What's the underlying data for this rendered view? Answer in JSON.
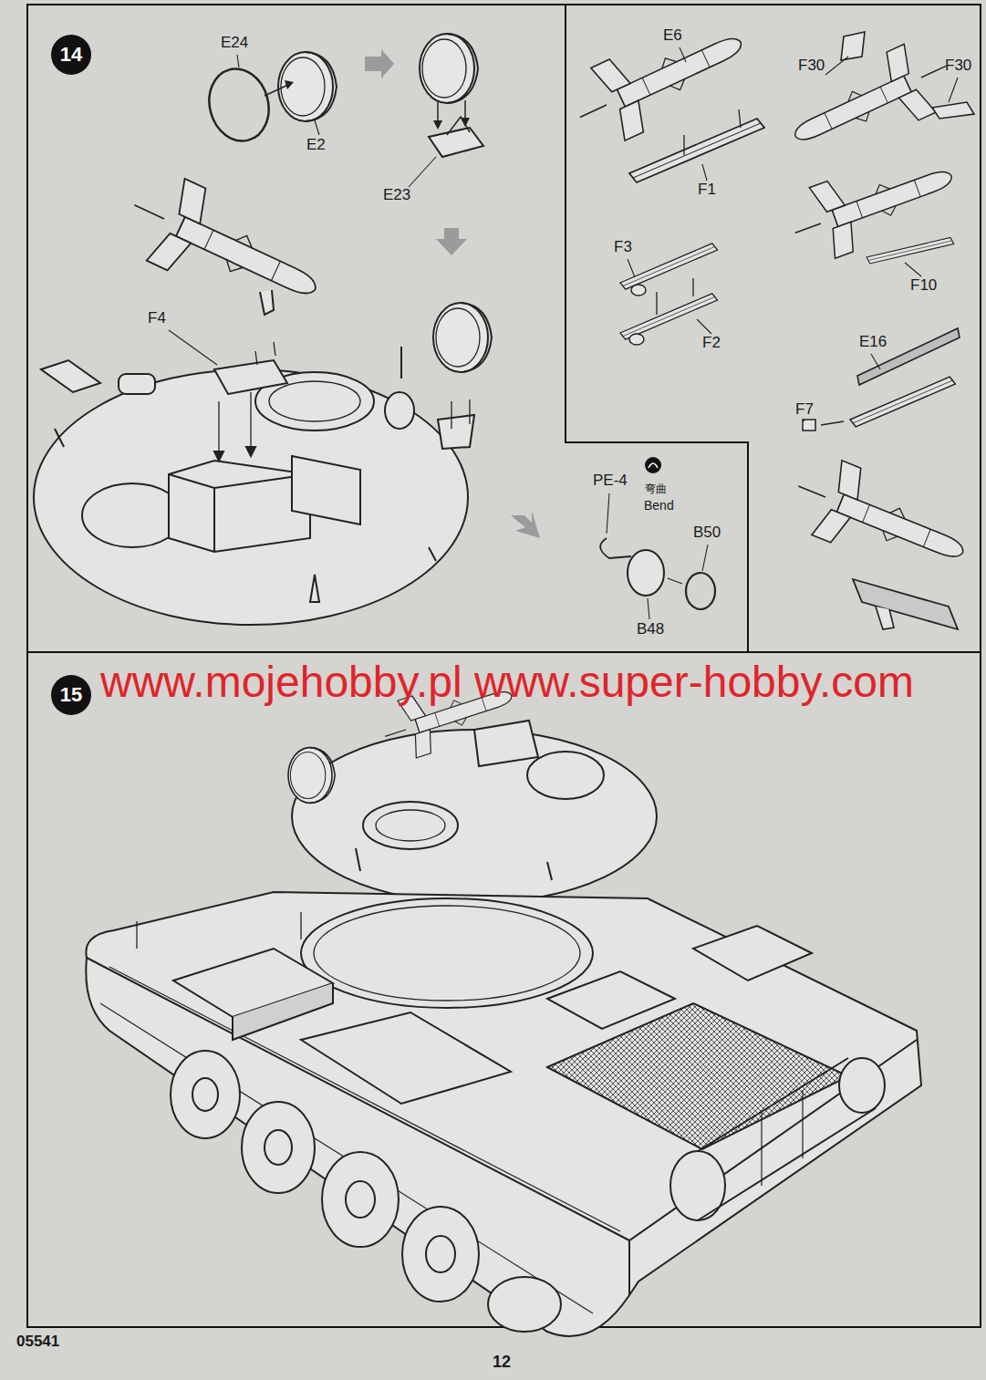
{
  "diagram": {
    "nodes": [
      {
        "text": [
          "14"
        ]
      },
      {
        "text": [
          "15"
        ]
      }
    ],
    "labels": [
      "E24",
      "E2",
      "E23",
      "F4",
      "E6",
      "F30",
      "F30",
      "F1",
      "F3",
      "F2",
      "F10",
      "E16",
      "F7",
      "PE-4",
      "弯曲",
      "Bend",
      "B50",
      "B48",
      "www.mojehobby.pl www.super-hobby.com",
      "05541",
      "12"
    ]
  }
}
